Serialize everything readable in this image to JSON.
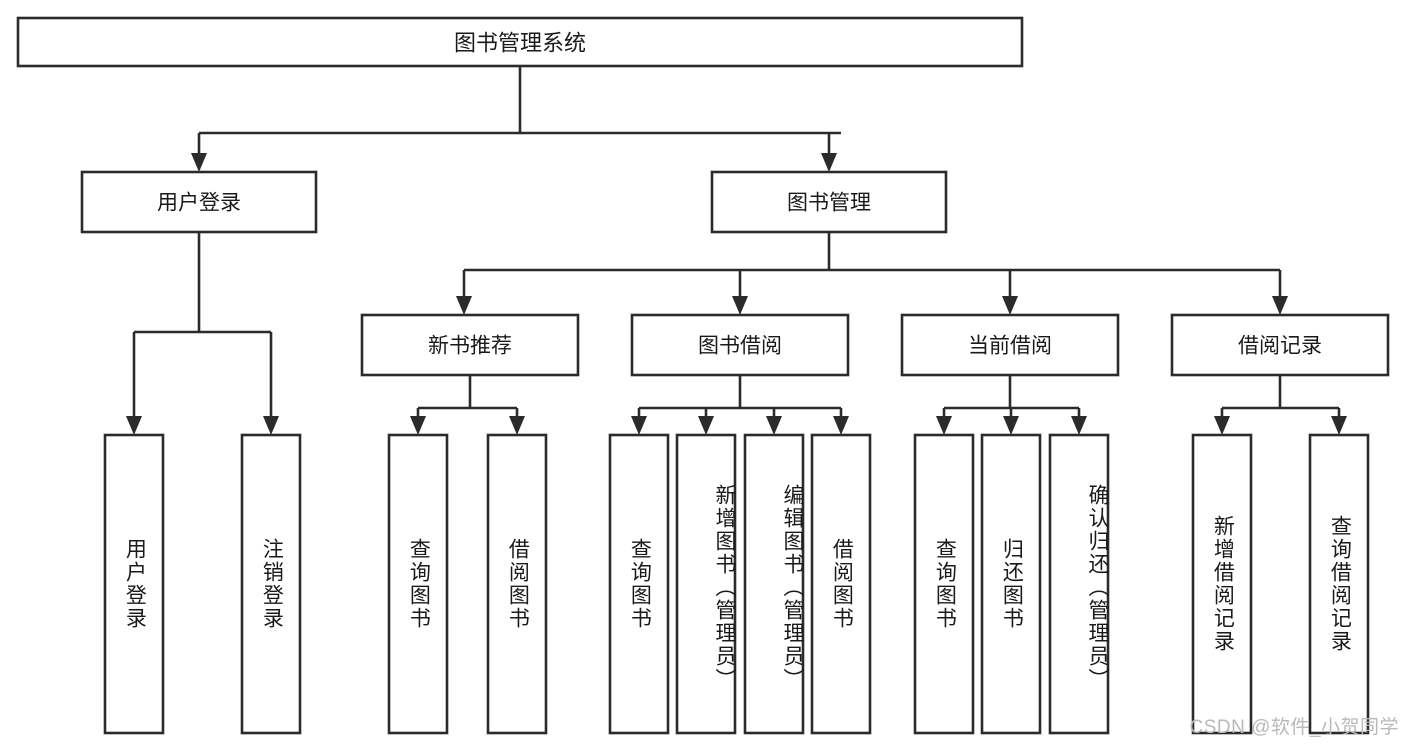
{
  "diagram": {
    "type": "tree",
    "title": "图书管理系统",
    "orientation": "top-down",
    "colors": {
      "stroke": "#2b2b2b",
      "fill": "#ffffff",
      "text": "#1a1a1a",
      "watermark": "#b9b9b9",
      "background": "#ffffff"
    },
    "root": {
      "label": "图书管理系统",
      "level": 0
    },
    "level1": [
      {
        "label": "用户登录"
      },
      {
        "label": "图书管理"
      }
    ],
    "level2": [
      {
        "label": "新书推荐"
      },
      {
        "label": "图书借阅"
      },
      {
        "label": "当前借阅"
      },
      {
        "label": "借阅记录"
      }
    ],
    "leaves": {
      "user_login": [
        {
          "label": "用户登录"
        },
        {
          "label": "注销登录"
        }
      ],
      "new_book_recommend": [
        {
          "label": "查询图书"
        },
        {
          "label": "借阅图书"
        }
      ],
      "book_borrow": [
        {
          "label": "查询图书"
        },
        {
          "label": "新增图书（管理员）"
        },
        {
          "label": "编辑图书（管理员）"
        },
        {
          "label": "借阅图书"
        }
      ],
      "current_borrow": [
        {
          "label": "查询图书"
        },
        {
          "label": "归还图书"
        },
        {
          "label": "确认归还（管理员）"
        }
      ],
      "borrow_record": [
        {
          "label": "新增借阅记录"
        },
        {
          "label": "查询借阅记录"
        }
      ]
    }
  },
  "watermark": {
    "text": "CSDN @软件_小贺同学"
  }
}
